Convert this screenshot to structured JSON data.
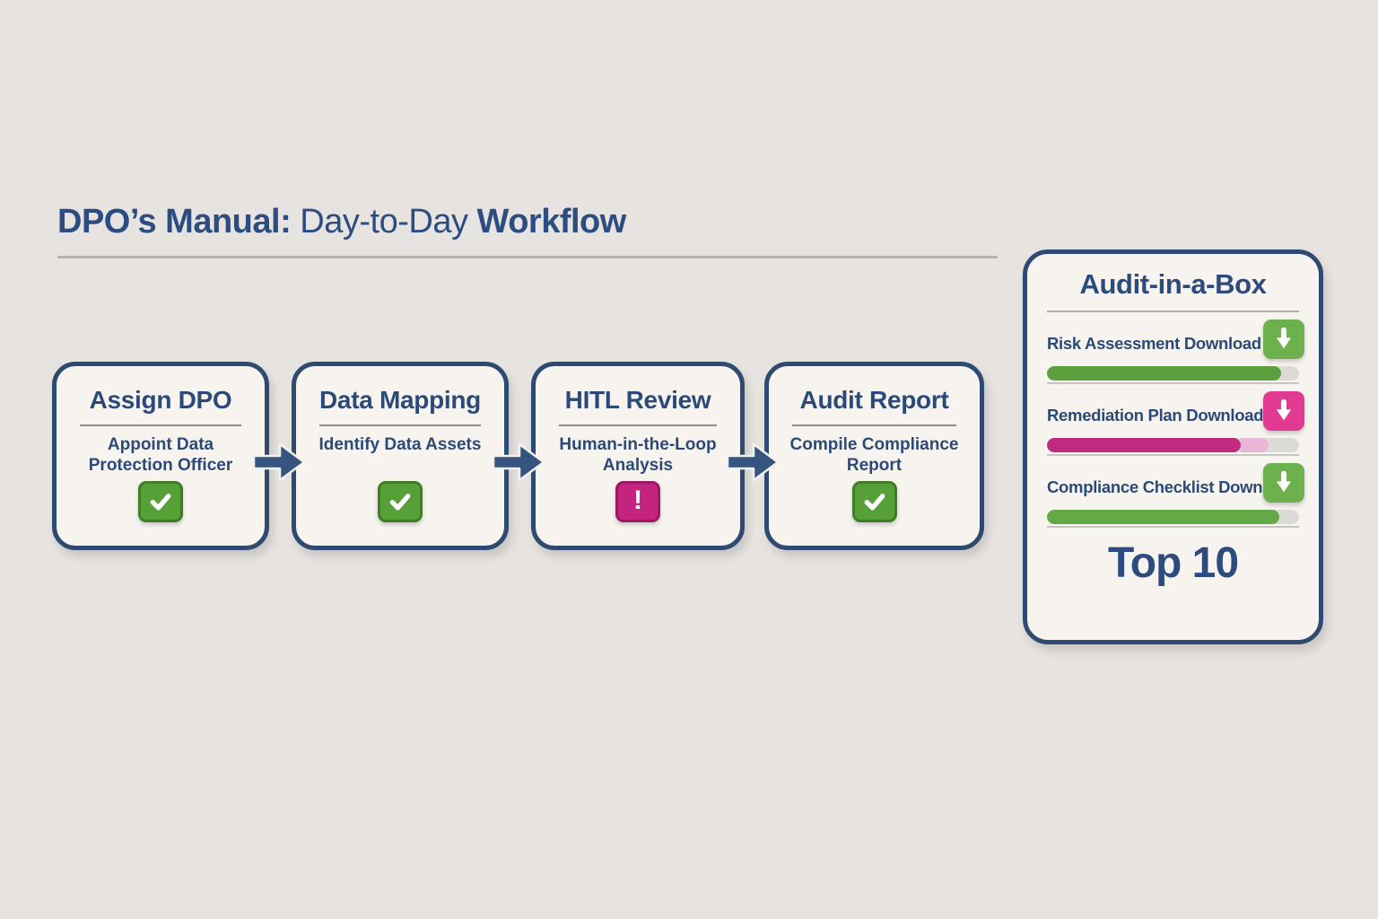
{
  "header": {
    "title_bold_1": "DPO’s Manual:",
    "title_regular": " Day-to-Day ",
    "title_bold_2": "Workflow"
  },
  "workflow": {
    "steps": [
      {
        "title": "Assign DPO",
        "subtitle": "Appoint Data Protection Officer",
        "status": "complete",
        "icon": "check-icon",
        "icon_bg": "#57a038",
        "icon_border": "#3f7d26"
      },
      {
        "title": "Data Mapping",
        "subtitle": "Identify Data Assets",
        "status": "complete",
        "icon": "check-icon",
        "icon_bg": "#57a038",
        "icon_border": "#3f7d26"
      },
      {
        "title": "HITL Review",
        "subtitle": "Human-in-the-Loop Analysis",
        "status": "attention",
        "icon": "alert-icon",
        "icon_glyph": "!",
        "icon_bg": "#c4237f",
        "icon_border": "#9c1a64"
      },
      {
        "title": "Audit Report",
        "subtitle": "Compile Compliance Report",
        "status": "complete",
        "icon": "check-icon",
        "icon_bg": "#57a038",
        "icon_border": "#3f7d26"
      }
    ]
  },
  "audit_box": {
    "title": "Audit-in-a-Box",
    "items": [
      {
        "label": "Risk Assessment Download",
        "accent": "#6db14e",
        "bar_color": "#5ba03d",
        "progress": "93%"
      },
      {
        "label": "Remediation Plan Download",
        "accent": "#e03a92",
        "bar_color": "#c02b80",
        "progress": "77%",
        "progress_secondary": "11%",
        "secondary_color": "#eab6d6"
      },
      {
        "label": "Compliance Checklist Download",
        "accent": "#6db14e",
        "bar_color": "#63a945",
        "progress": "92%"
      }
    ],
    "footer": "Top 10"
  },
  "colors": {
    "navy": "#2d4b7c",
    "card_bg": "#f7f4ef",
    "page_bg": "#e6e3e0",
    "arrow": "#35547f"
  }
}
